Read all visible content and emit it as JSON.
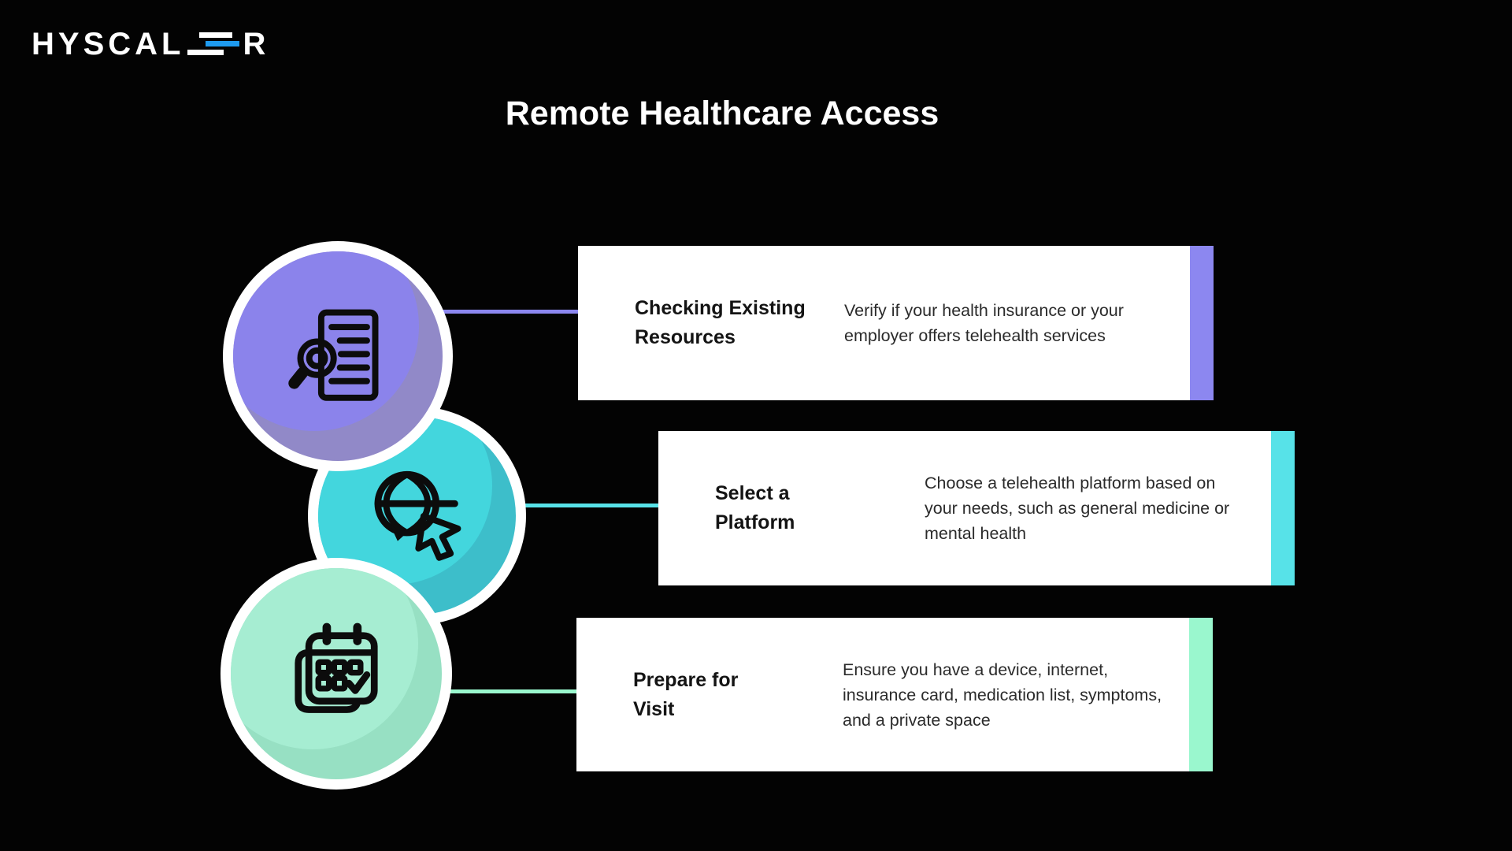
{
  "brand": {
    "name_part1": "HYSCAL",
    "name_part2": "R",
    "logo_accent_color": "#1E9BF0"
  },
  "header": {
    "title": "Remote Healthcare Access"
  },
  "steps": [
    {
      "id": 1,
      "icon": "document-search-icon",
      "circle_color": "#8B83EB",
      "circle_shade_color": "#9189C8",
      "accent_color": "#8C87F0",
      "title": "Checking Existing Resources",
      "title_lines": [
        "Checking Existing",
        "Resources"
      ],
      "description": "Verify if your health insurance or your employer offers telehealth services",
      "description_lines": [
        "Verify if your health insurance or your",
        "employer offers telehealth services"
      ]
    },
    {
      "id": 2,
      "icon": "globe-cursor-icon",
      "circle_color": "#43D6DD",
      "circle_shade_color": "#3DBECA",
      "accent_color": "#57E2E8",
      "title": "Select a Platform",
      "title_lines": [
        "Select a",
        "Platform"
      ],
      "description": "Choose a telehealth platform based on your needs, such as general medicine or mental health",
      "description_lines": [
        "Choose a telehealth platform based on",
        "your needs, such as general medicine or",
        "mental health"
      ]
    },
    {
      "id": 3,
      "icon": "calendar-check-icon",
      "circle_color": "#A6EDD2",
      "circle_shade_color": "#97E0C3",
      "accent_color": "#9AF7CE",
      "title": "Prepare for Visit",
      "title_lines": [
        "Prepare for",
        "Visit"
      ],
      "description": "Ensure you have a device, internet, insurance card, medication list, symptoms, and a private space",
      "description_lines": [
        "Ensure you have a device, internet,",
        "insurance card, medication list, symptoms,",
        "and a private space"
      ]
    }
  ],
  "colors": {
    "background": "#030303",
    "card_background": "#FFFFFF",
    "title_text": "#FFFFFF",
    "card_title_text": "#141414",
    "card_description_text": "#2B2B2B"
  }
}
